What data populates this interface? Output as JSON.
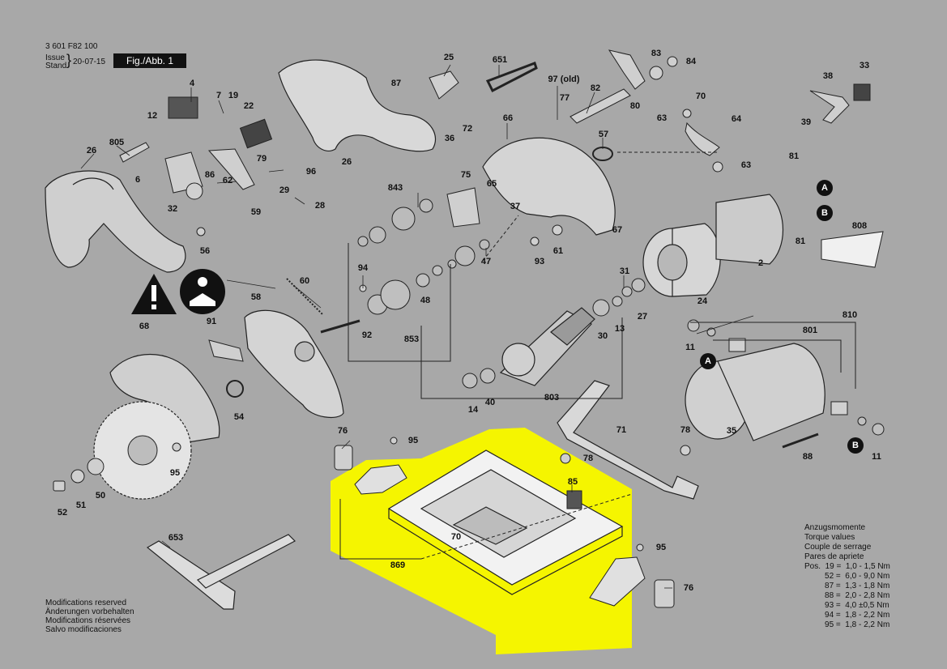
{
  "header": {
    "doc_number": "3 601 F82 100",
    "issue_label_1": "Issue",
    "issue_label_2": "Stand",
    "issue_date": "20-07-15",
    "figure_label": "Fig./Abb. 1"
  },
  "colors": {
    "background": "#a8a8a8",
    "highlight": "#f5f500",
    "ink": "#111111",
    "part_fill": "#e8e8e8"
  },
  "callouts": [
    {
      "id": "c4",
      "label": "4"
    },
    {
      "id": "c7",
      "label": "7"
    },
    {
      "id": "c19",
      "label": "19"
    },
    {
      "id": "c22",
      "label": "22"
    },
    {
      "id": "c12",
      "label": "12"
    },
    {
      "id": "c79",
      "label": "79"
    },
    {
      "id": "c26a",
      "label": "26"
    },
    {
      "id": "c805",
      "label": "805"
    },
    {
      "id": "c6",
      "label": "6"
    },
    {
      "id": "c86",
      "label": "86"
    },
    {
      "id": "c62",
      "label": "62"
    },
    {
      "id": "c96",
      "label": "96"
    },
    {
      "id": "c29",
      "label": "29"
    },
    {
      "id": "c32",
      "label": "32"
    },
    {
      "id": "c59",
      "label": "59"
    },
    {
      "id": "c28",
      "label": "28"
    },
    {
      "id": "c56",
      "label": "56"
    },
    {
      "id": "c87a",
      "label": "87"
    },
    {
      "id": "c26b",
      "label": "26"
    },
    {
      "id": "c25",
      "label": "25"
    },
    {
      "id": "c651",
      "label": "651"
    },
    {
      "id": "c97old",
      "label": "97 (old)"
    },
    {
      "id": "c77",
      "label": "77"
    },
    {
      "id": "c82",
      "label": "82"
    },
    {
      "id": "c80",
      "label": "80"
    },
    {
      "id": "c83",
      "label": "83"
    },
    {
      "id": "c84",
      "label": "84"
    },
    {
      "id": "c38",
      "label": "38"
    },
    {
      "id": "c33",
      "label": "33"
    },
    {
      "id": "c39",
      "label": "39"
    },
    {
      "id": "c70a",
      "label": "70"
    },
    {
      "id": "c63a",
      "label": "63"
    },
    {
      "id": "c64",
      "label": "64"
    },
    {
      "id": "c63b",
      "label": "63"
    },
    {
      "id": "c66",
      "label": "66"
    },
    {
      "id": "c72",
      "label": "72"
    },
    {
      "id": "c36",
      "label": "36"
    },
    {
      "id": "c57",
      "label": "57"
    },
    {
      "id": "c75",
      "label": "75"
    },
    {
      "id": "c65",
      "label": "65"
    },
    {
      "id": "c37",
      "label": "37"
    },
    {
      "id": "c67",
      "label": "67"
    },
    {
      "id": "c843",
      "label": "843"
    },
    {
      "id": "c47",
      "label": "47"
    },
    {
      "id": "c93",
      "label": "93"
    },
    {
      "id": "c61",
      "label": "61"
    },
    {
      "id": "c81a",
      "label": "81"
    },
    {
      "id": "c81b",
      "label": "81"
    },
    {
      "id": "c2",
      "label": "2"
    },
    {
      "id": "c808",
      "label": "808"
    },
    {
      "id": "c94",
      "label": "94"
    },
    {
      "id": "c60",
      "label": "60"
    },
    {
      "id": "c58",
      "label": "58"
    },
    {
      "id": "c48",
      "label": "48"
    },
    {
      "id": "c31",
      "label": "31"
    },
    {
      "id": "c27",
      "label": "27"
    },
    {
      "id": "c24",
      "label": "24"
    },
    {
      "id": "c91",
      "label": "91"
    },
    {
      "id": "c92",
      "label": "92"
    },
    {
      "id": "c853",
      "label": "853"
    },
    {
      "id": "c30",
      "label": "30"
    },
    {
      "id": "c13",
      "label": "13"
    },
    {
      "id": "c810",
      "label": "810"
    },
    {
      "id": "c801",
      "label": "801"
    },
    {
      "id": "c11a",
      "label": "11"
    },
    {
      "id": "c68",
      "label": "68"
    },
    {
      "id": "c54",
      "label": "54"
    },
    {
      "id": "c14",
      "label": "14"
    },
    {
      "id": "c40",
      "label": "40"
    },
    {
      "id": "c803",
      "label": "803"
    },
    {
      "id": "c71",
      "label": "71"
    },
    {
      "id": "c35",
      "label": "35"
    },
    {
      "id": "c78a",
      "label": "78"
    },
    {
      "id": "c78b",
      "label": "78"
    },
    {
      "id": "c88",
      "label": "88"
    },
    {
      "id": "c11b",
      "label": "11"
    },
    {
      "id": "c76a",
      "label": "76"
    },
    {
      "id": "c95a",
      "label": "95"
    },
    {
      "id": "c95b",
      "label": "95"
    },
    {
      "id": "c85",
      "label": "85"
    },
    {
      "id": "c70b",
      "label": "70"
    },
    {
      "id": "c869",
      "label": "869"
    },
    {
      "id": "c95c",
      "label": "95"
    },
    {
      "id": "c76b",
      "label": "76"
    },
    {
      "id": "c52",
      "label": "52"
    },
    {
      "id": "c51",
      "label": "51"
    },
    {
      "id": "c50",
      "label": "50"
    },
    {
      "id": "c653",
      "label": "653"
    }
  ],
  "badges": [
    {
      "id": "bA1",
      "label": "A"
    },
    {
      "id": "bB1",
      "label": "B"
    },
    {
      "id": "bA2",
      "label": "A"
    },
    {
      "id": "bB2",
      "label": "B"
    }
  ],
  "torque": {
    "title_de": "Anzugsmomente",
    "title_en": "Torque values",
    "title_fr": "Couple de serrage",
    "title_es": "Pares de apriete",
    "rows": [
      "Pos.  19 =  1,0 - 1,5 Nm",
      "         52 =  6,0 - 9,0 Nm",
      "         87 =  1,3 - 1,8 Nm",
      "         88 =  2,0 - 2,8 Nm",
      "         93 =  4,0 ±0,5 Nm",
      "         94 =  1,8 - 2,2 Nm",
      "         95 =  1,8 - 2,2 Nm"
    ]
  },
  "modifications": [
    "Modifications reserved",
    "Änderungen vorbehalten",
    "Modifications réservées",
    "Salvo modificaciones"
  ]
}
